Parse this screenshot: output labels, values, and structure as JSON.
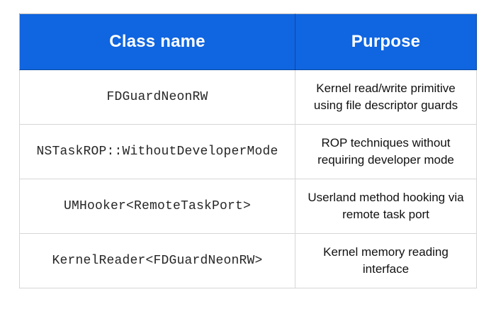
{
  "table": {
    "columns": [
      {
        "label": "Class name"
      },
      {
        "label": "Purpose"
      }
    ],
    "rows": [
      {
        "class_name": "FDGuardNeonRW",
        "purpose": "Kernel read/write primitive using file descriptor guards"
      },
      {
        "class_name": "NSTaskROP::WithoutDeveloperMode",
        "purpose": "ROP techniques without requiring developer mode"
      },
      {
        "class_name": "UMHooker<RemoteTaskPort>",
        "purpose": "Userland method hooking via remote task port"
      },
      {
        "class_name": "KernelReader<FDGuardNeonRW>",
        "purpose": "Kernel memory reading interface"
      }
    ],
    "colors": {
      "header_bg": "#1065e0",
      "header_text": "#ffffff",
      "body_border": "#d6d6d6",
      "class_text": "#262626",
      "purpose_text": "#111111"
    }
  }
}
